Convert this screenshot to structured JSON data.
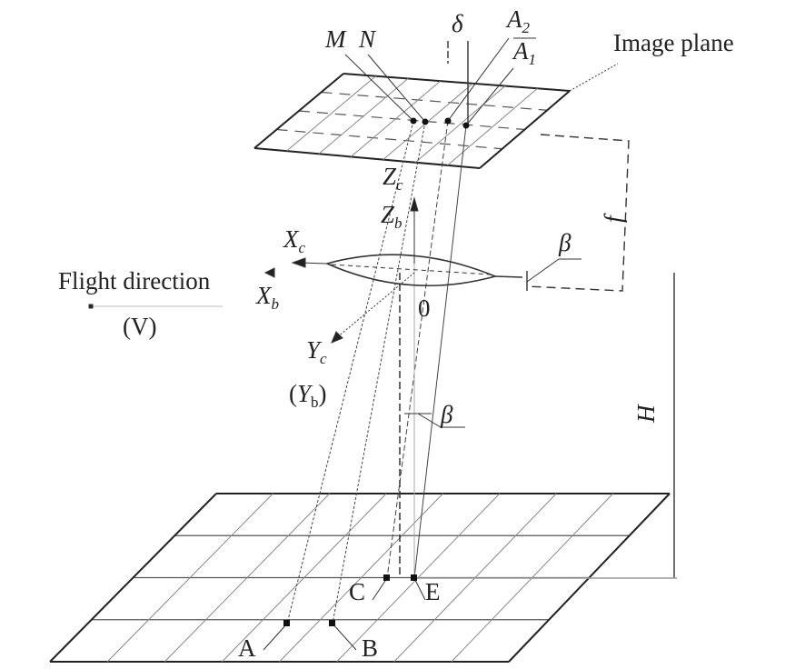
{
  "labels": {
    "M": "M",
    "N": "N",
    "delta": "δ",
    "A2": "A",
    "A2_sub": "2",
    "A1": "A",
    "A1_sub": "1",
    "image_plane": "Image plane",
    "Zc": "Z",
    "Zc_sub": "c",
    "Zb": "Z",
    "Zb_sub": "b",
    "Xc": "X",
    "Xc_sub": "c",
    "Xb": "X",
    "Xb_sub": "b",
    "flight_direction": "Flight direction",
    "V": "(V)",
    "origin": "0",
    "Yc": "Y",
    "Yc_sub": "c",
    "Yb_open": "(",
    "Yb": "Y",
    "Yb_sub": "b",
    "Yb_close": ")",
    "beta_top": "β",
    "beta_bottom": "β",
    "f": "f",
    "H": "H",
    "A": "A",
    "B": "B",
    "C": "C",
    "E": "E"
  },
  "colors": {
    "ink": "#222222",
    "grid": "#888888"
  }
}
